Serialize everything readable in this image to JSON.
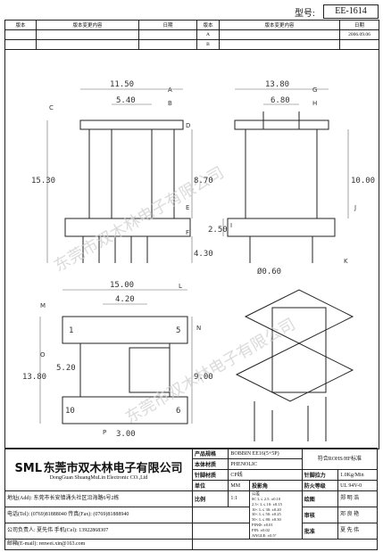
{
  "header": {
    "model_label": "型号:",
    "model_value": "EE-1614"
  },
  "revision_table": {
    "cols": [
      "版本",
      "版本变更内容",
      "日期",
      "版本",
      "版本变更内容",
      "日期"
    ],
    "rows": [
      [
        "",
        "",
        "",
        "A",
        "",
        "2006.09.06"
      ],
      [
        "",
        "",
        "",
        "B",
        "",
        ""
      ],
      [
        "",
        "",
        "",
        "",
        "",
        ""
      ]
    ]
  },
  "drawing": {
    "dims": {
      "d1150": "11.50",
      "d540": "5.40",
      "d1530": "15.30",
      "d870": "8.70",
      "d430": "4.30",
      "d1380": "13.80",
      "d680": "6.80",
      "d250": "2.50",
      "d1000": "10.00",
      "d060": "Ø0.60",
      "d1500": "15.00",
      "d420": "4.20",
      "d1380b": "13.80",
      "d520": "5.20",
      "d900": "9.00",
      "d300": "3.00"
    },
    "markers": {
      "A": "A",
      "B": "B",
      "C": "C",
      "D": "D",
      "E": "E",
      "F": "F",
      "G": "G",
      "H": "H",
      "I": "I",
      "J": "J",
      "K": "K",
      "L": "L",
      "M": "M",
      "N": "N",
      "O": "O",
      "P": "P"
    },
    "pins": {
      "p1": "1",
      "p5": "5",
      "p10": "10",
      "p6": "6"
    },
    "watermark": "东莞市双木林电子有限公司"
  },
  "title_block": {
    "company_cn": "东莞市双木林电子有限公司",
    "company_en": "DongGuan ShuangMuLin Electronic CO.,Ltd",
    "logo": "SML",
    "product_spec_label": "产品规格",
    "product_spec_value": "BOBBIN EE16(5+5P)",
    "material_label": "本体材质",
    "material_value": "PHENOLIC",
    "pin_material_label": "针脚材质",
    "pin_material_value": "CP线",
    "standard": "符合ROHS/HF标准",
    "pin_pull_label": "针脚拉力",
    "pin_pull_value": "1.0Kg/Min",
    "unit_label": "单位",
    "unit_value": "MM",
    "projection_label": "投影角",
    "flame_label": "防火等级",
    "flame_value": "UL 94V-0",
    "scale_label": "比例",
    "scale_value": "1:1",
    "tolerance_label": "公差",
    "tol1": "0C L ≤ 2.5: ±0.10",
    "tol2": "2.5< L ≤ 10: ±0.15",
    "tol3": "10< L ≤ 30: ±0.20",
    "tol4": "30< L ≤ 50: ±0.25",
    "tol5": "50< L ≤ 80: ±0.30",
    "tol6": "PINФ: ±0.01",
    "tol7": "PIN: ±0.02",
    "tol8": "ANGLE: ±0.5°",
    "drawn_label": "绘图",
    "drawn_value": "郑 明 浩",
    "check_label": "审核",
    "check_value": "邓 良 艳",
    "approve_label": "批准",
    "approve_value": "夏 先 伟",
    "address_label": "地址(Add):",
    "address_value": "东莞市长安镇涌头社区沿海路6号2栋",
    "tel_label": "电话(Tel):",
    "tel_value": "(0769)81888040",
    "fax_label": "传真(Fax):",
    "fax_value": "(0769)81888940",
    "manager_label": "公司负责人:",
    "manager_value": "夏先伟",
    "mobile_label": "手机(Cel):",
    "mobile_value": "13922868307",
    "email_label": "邮箱(E-mail):",
    "email_value": "renwei.xin@163.com"
  }
}
